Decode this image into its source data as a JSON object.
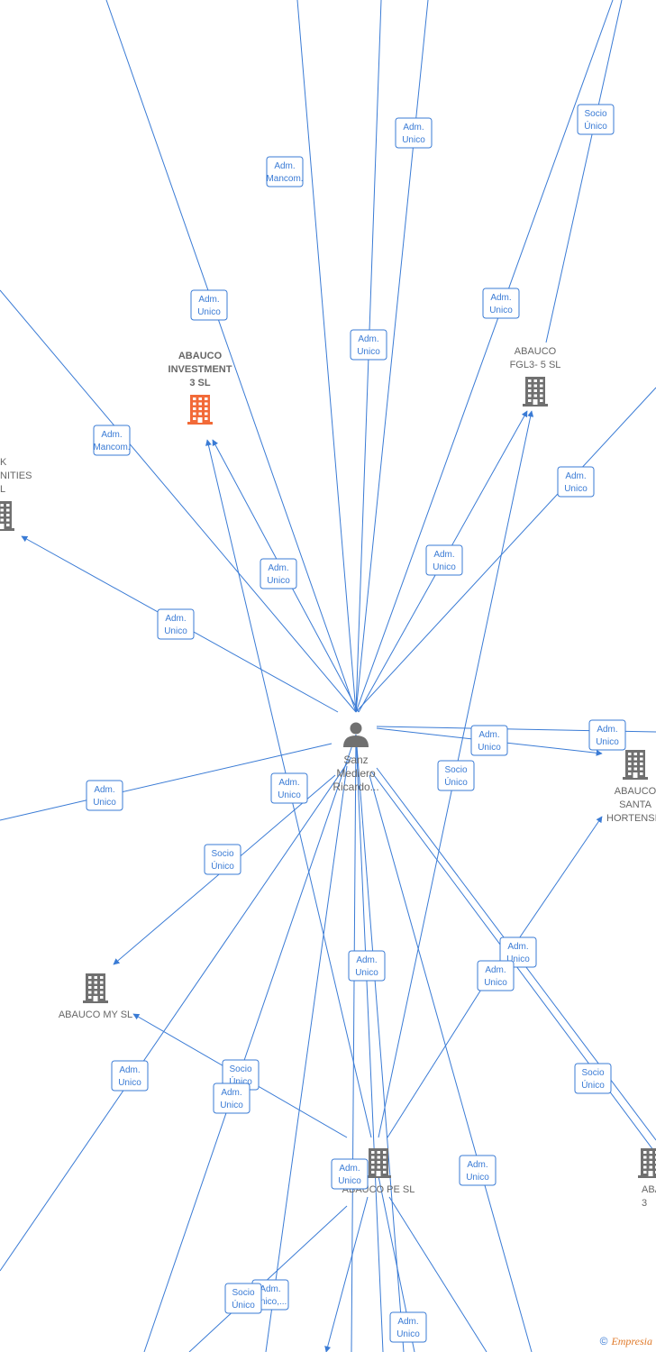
{
  "person": {
    "name_lines": [
      "Sanz",
      "Mediero",
      "Ricardo..."
    ]
  },
  "companies": [
    {
      "id": "abauco-investment-3",
      "lines": [
        "ABAUCO",
        "INVESTMENT",
        "3  SL"
      ],
      "color": "#f26a38",
      "highlight": true
    },
    {
      "id": "abauco-fgl3-5",
      "lines": [
        "ABAUCO",
        "FGL3- 5  SL"
      ],
      "color": "#707070",
      "highlight": false
    },
    {
      "id": "left-cut",
      "lines": [
        "K",
        "NITIES",
        "L"
      ],
      "color": "#707070",
      "highlight": false
    },
    {
      "id": "abauco-santa-hortensia",
      "lines": [
        "ABAUCO",
        "SANTA",
        "HORTENSIA"
      ],
      "color": "#707070",
      "highlight": false
    },
    {
      "id": "abauco-my",
      "lines": [
        "ABAUCO MY  SL"
      ],
      "color": "#707070",
      "highlight": false
    },
    {
      "id": "abauco-pe",
      "lines": [
        "ABAUCO PE  SL"
      ],
      "color": "#707070",
      "highlight": false
    },
    {
      "id": "right-cut",
      "lines": [
        "ABA",
        "3"
      ],
      "color": "#707070",
      "highlight": false
    }
  ],
  "edge_labels": [
    {
      "lines": [
        "Adm.",
        "Mancom."
      ]
    },
    {
      "lines": [
        "Adm.",
        "Unico"
      ]
    },
    {
      "lines": [
        "Socio",
        "Único"
      ]
    },
    {
      "lines": [
        "Adm.",
        "Unico"
      ]
    },
    {
      "lines": [
        "Adm.",
        "Unico"
      ]
    },
    {
      "lines": [
        "Adm.",
        "Unico"
      ]
    },
    {
      "lines": [
        "Adm.",
        "Mancom."
      ]
    },
    {
      "lines": [
        "Adm.",
        "Unico"
      ]
    },
    {
      "lines": [
        "Adm.",
        "Unico"
      ]
    },
    {
      "lines": [
        "Adm.",
        "Unico"
      ]
    },
    {
      "lines": [
        "Adm.",
        "Unico"
      ]
    },
    {
      "lines": [
        "Adm.",
        "Unico"
      ]
    },
    {
      "lines": [
        "Adm.",
        "Unico"
      ]
    },
    {
      "lines": [
        "Adm.",
        "Unico"
      ]
    },
    {
      "lines": [
        "Socio",
        "Único"
      ]
    },
    {
      "lines": [
        "Adm.",
        "Unico"
      ]
    },
    {
      "lines": [
        "Socio",
        "Único"
      ]
    },
    {
      "lines": [
        "Adm.",
        "Unico"
      ]
    },
    {
      "lines": [
        "Adm.",
        "Unico"
      ]
    },
    {
      "lines": [
        "Adm.",
        "Unico"
      ]
    },
    {
      "lines": [
        "Socio",
        "Único"
      ]
    },
    {
      "lines": [
        "Adm.",
        "Unico"
      ]
    },
    {
      "lines": [
        "Socio",
        "Único"
      ]
    },
    {
      "lines": [
        "Adm.",
        "Unico"
      ]
    },
    {
      "lines": [
        "Adm.",
        "Unico"
      ]
    },
    {
      "lines": [
        "Adm.",
        "Unico"
      ]
    },
    {
      "lines": [
        "Adm.",
        "Unico,..."
      ]
    },
    {
      "lines": [
        "Socio",
        "Único"
      ]
    },
    {
      "lines": [
        "Adm.",
        "Unico"
      ]
    }
  ],
  "footer": {
    "copyright": "©",
    "brand": "Empresia"
  },
  "colors": {
    "edge": "#3a7bd5",
    "company": "#707070",
    "highlight_company": "#f26a38",
    "person": "#707070"
  }
}
